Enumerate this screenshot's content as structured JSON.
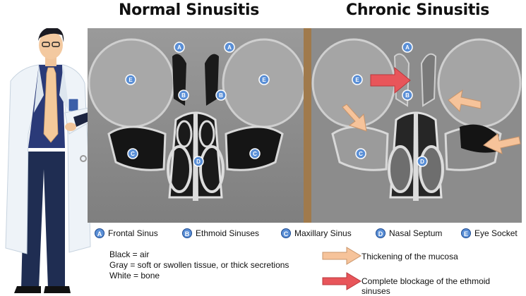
{
  "titles": {
    "normal": "Normal Sinusitis",
    "chronic": "Chronic Sinusitis"
  },
  "badges": {
    "a": "A",
    "b": "B",
    "c": "C",
    "d": "D",
    "e": "E"
  },
  "legend": [
    {
      "letter": "A",
      "label": "Frontal Sinus"
    },
    {
      "letter": "B",
      "label": "Ethmoid Sinuses"
    },
    {
      "letter": "C",
      "label": "Maxillary Sinus"
    },
    {
      "letter": "D",
      "label": "Nasal Septum"
    },
    {
      "letter": "E",
      "label": "Eye Socket"
    }
  ],
  "key": {
    "black": "Black = air",
    "gray": "Gray = soft or swollen tissue, or thick secretions",
    "white": "White = bone"
  },
  "arrow_key": {
    "thickening": "Thickening of the mucosa",
    "blockage": "Complete blockage of the ethmoid sinuses"
  },
  "colors": {
    "badge_fill": "#5a8fd6",
    "thickening_arrow": "#f6c39a",
    "blockage_arrow": "#e8555a",
    "frame": "#a07a4c"
  }
}
